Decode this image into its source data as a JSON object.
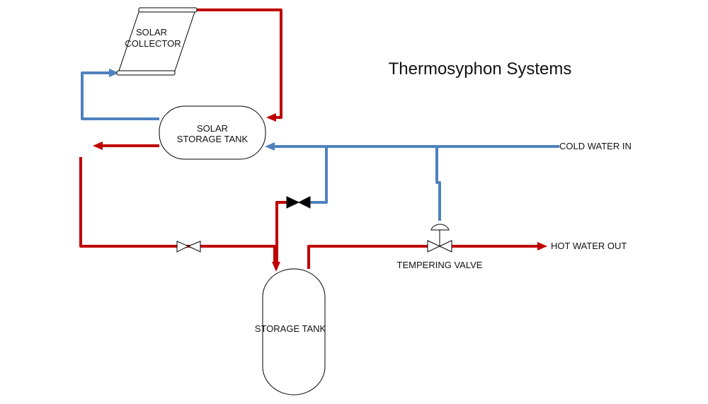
{
  "title": "Thermosyphon Systems",
  "labels": {
    "collector_line1": "SOLAR",
    "collector_line2": "COLLECTOR",
    "solar_tank_line1": "SOLAR",
    "solar_tank_line2": "STORAGE TANK",
    "storage_tank": "STORAGE TANK",
    "tempering_valve": "TEMPERING VALVE",
    "cold_water_in": "COLD WATER IN",
    "hot_water_out": "HOT WATER OUT"
  },
  "colors": {
    "hot_pipe": "#c00000",
    "cold_pipe": "#4f81bd",
    "outline": "#000000"
  }
}
